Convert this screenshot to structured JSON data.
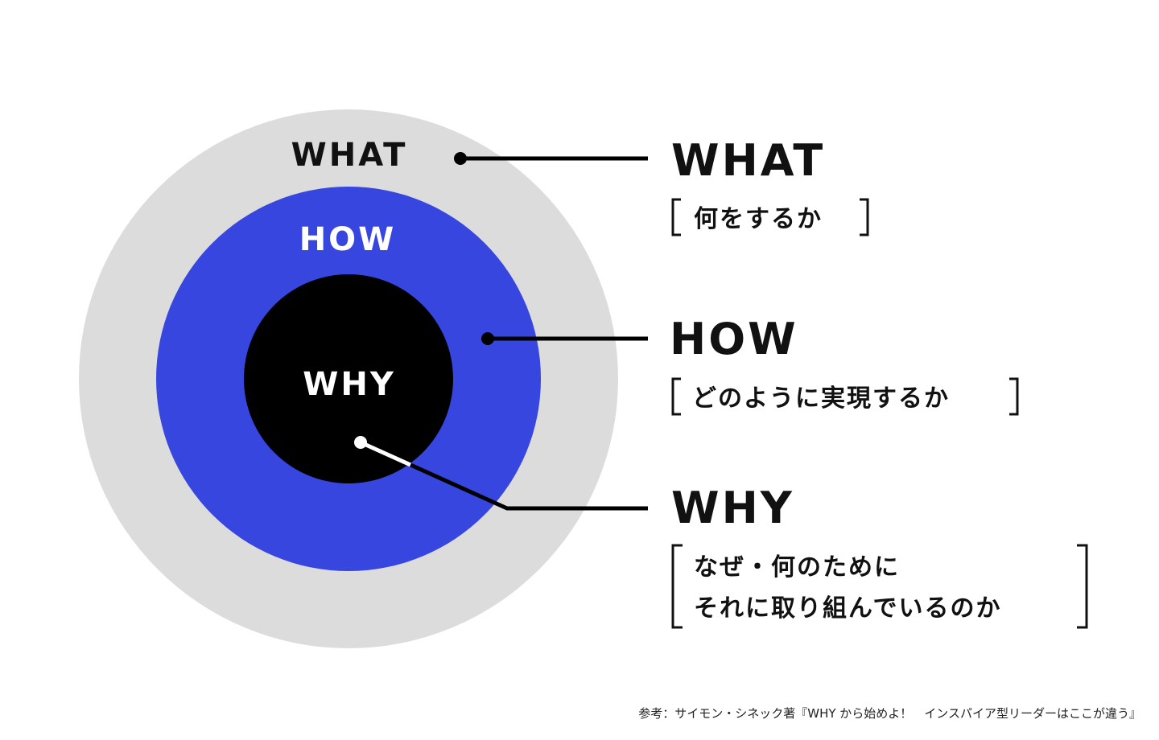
{
  "circles": {
    "outer": {
      "label": "WHAT",
      "color": "#dcdcdc"
    },
    "middle": {
      "label": "HOW",
      "color": "#3646de"
    },
    "inner": {
      "label": "WHY",
      "color": "#000000"
    }
  },
  "callouts": [
    {
      "title": "WHAT",
      "lines": [
        "何をするか"
      ]
    },
    {
      "title": "HOW",
      "lines": [
        "どのように実現するか"
      ]
    },
    {
      "title": "WHY",
      "lines": [
        "なぜ・何のために",
        "それに取り組んでいるのか"
      ]
    }
  ],
  "footer": "参考：サイモン・シネック著『WHY から始めよ！　インスパイア型リーダーはここが違う』"
}
